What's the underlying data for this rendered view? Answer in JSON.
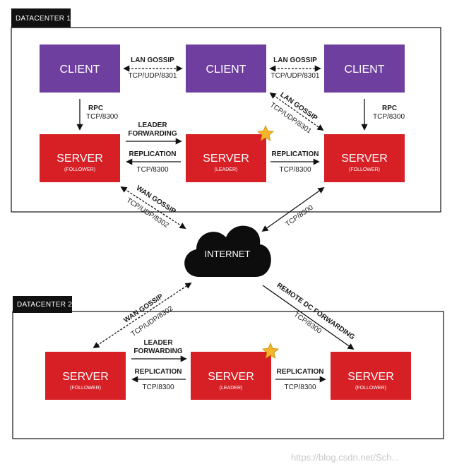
{
  "datacenters": {
    "dc1": {
      "title": "DATACENTER 1"
    },
    "dc2": {
      "title": "DATACENTER 2"
    }
  },
  "dc1": {
    "clients": [
      {
        "label": "CLIENT"
      },
      {
        "label": "CLIENT"
      },
      {
        "label": "CLIENT"
      }
    ],
    "servers": [
      {
        "label": "SERVER",
        "role": "(FOLLOWER)"
      },
      {
        "label": "SERVER",
        "role": "(LEADER)"
      },
      {
        "label": "SERVER",
        "role": "(FOLLOWER)"
      }
    ]
  },
  "dc2": {
    "servers": [
      {
        "label": "SERVER",
        "role": "(FOLLOWER)"
      },
      {
        "label": "SERVER",
        "role": "(LEADER)"
      },
      {
        "label": "SERVER",
        "role": "(FOLLOWER)"
      }
    ]
  },
  "internet": {
    "label": "INTERNET"
  },
  "links": {
    "lan_gossip_1": {
      "title": "LAN GOSSIP",
      "port": "TCP/UDP/8301"
    },
    "lan_gossip_2": {
      "title": "LAN GOSSIP",
      "port": "TCP/UDP/8301"
    },
    "lan_gossip_diag": {
      "title": "LAN GOSSIP",
      "port": "TCP/UDP/8301"
    },
    "rpc_1": {
      "title": "RPC",
      "port": "TCP/8300"
    },
    "rpc_2": {
      "title": "RPC",
      "port": "TCP/8300"
    },
    "dc1_forwarding": {
      "title_line1": "LEADER",
      "title_line2": "FORWARDING"
    },
    "dc1_replication_left": {
      "title": "REPLICATION",
      "port": "TCP/8300"
    },
    "dc1_replication_right": {
      "title": "REPLICATION",
      "port": "TCP/8300"
    },
    "wan_gossip_dc1": {
      "title": "WAN GOSSIP",
      "port": "TCP/UDP/8302"
    },
    "internet_dc1_right": {
      "port": "TCP/8300"
    },
    "wan_gossip_dc2": {
      "title": "WAN GOSSIP",
      "port": "TCP/UDP/8302"
    },
    "remote_dc_forwarding": {
      "title": "REMOTE DC FORWARDING",
      "port": "TCP/8300"
    },
    "dc2_forwarding": {
      "title_line1": "LEADER",
      "title_line2": "FORWARDING"
    },
    "dc2_replication_left": {
      "title": "REPLICATION",
      "port": "TCP/8300"
    },
    "dc2_replication_right": {
      "title": "REPLICATION",
      "port": "TCP/8300"
    }
  },
  "watermark": {
    "text": "https://blog.csdn.net/Sch..."
  },
  "colors": {
    "client": "#6f3fa0",
    "server": "#d71f26",
    "internet": "#0d0d0d",
    "star": "#f5b52a"
  }
}
